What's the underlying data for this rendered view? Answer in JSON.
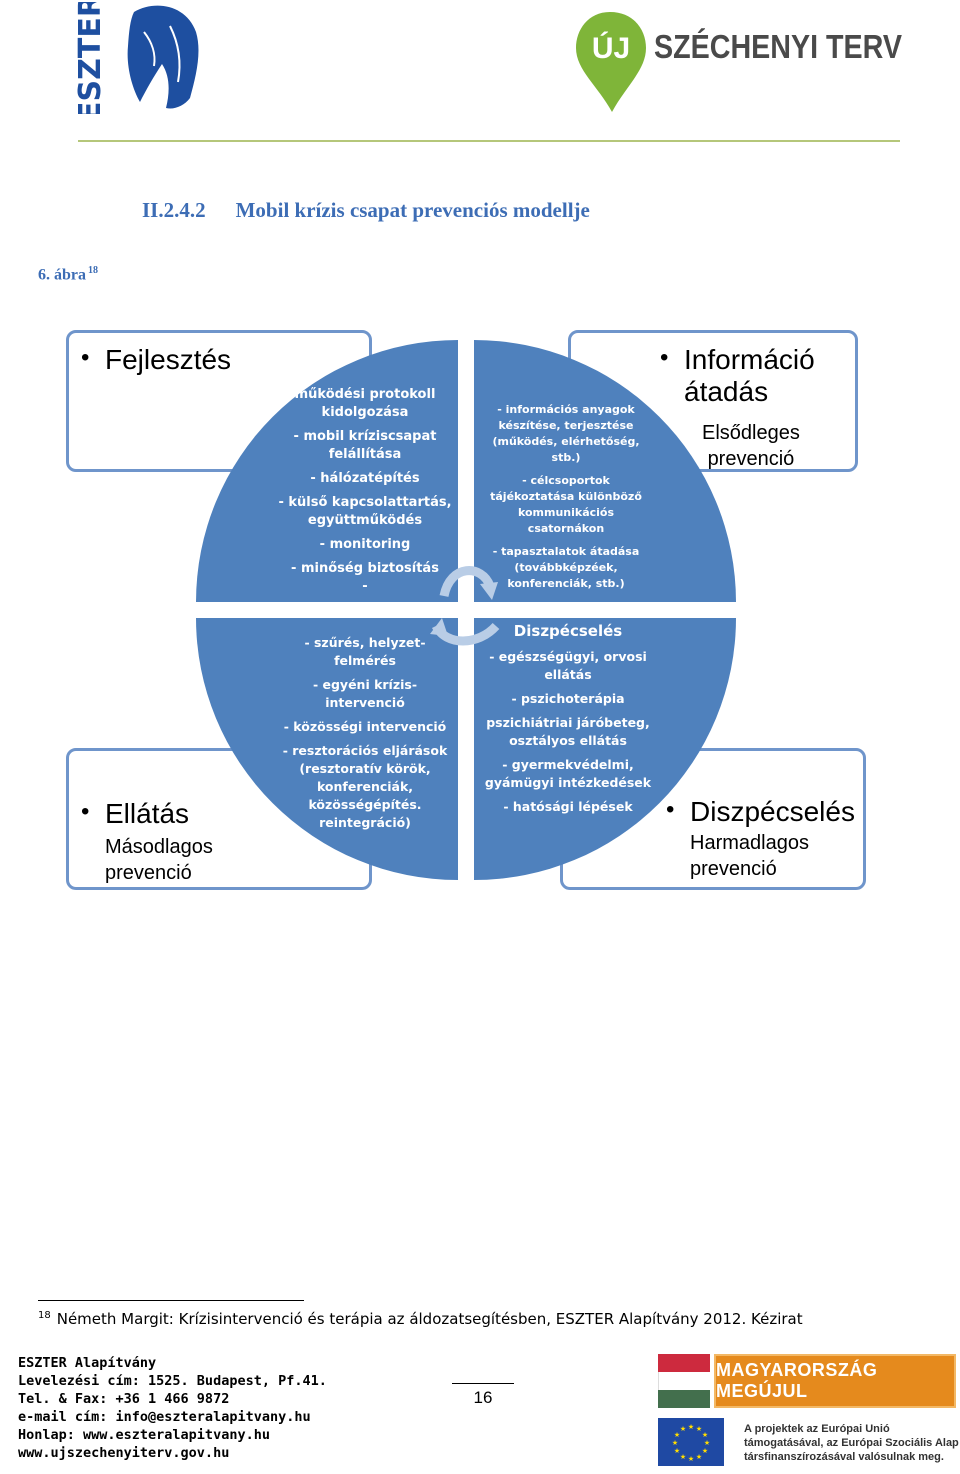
{
  "header": {
    "eszter_logo_text": "ESZTER",
    "szechenyi_logo_badge": "ÚJ",
    "szechenyi_logo_text": "SZÉCHENYI TERV",
    "colors": {
      "eszter_blue": "#1e4fa0",
      "szechenyi_green": "#7fb539",
      "szechenyi_gray": "#4a4a4a",
      "rule": "#b5c77a"
    }
  },
  "section": {
    "number": "II.2.4.2",
    "title": "Mobil krízis csapat prevenciós modellje"
  },
  "figure": {
    "label": "6. ábra",
    "footnote_ref": "18"
  },
  "diagram": {
    "quadrant_color": "#4f81bd",
    "box_border_color": "#6f95cb",
    "top_left": {
      "title": "Fejlesztés",
      "items": [
        "működési protokoll",
        "kidolgozása",
        "- mobil kríziscsapat",
        "felállítása",
        "- hálózatépítés",
        "- külső kapcsolattartás,",
        "együttműködés",
        "- monitoring",
        "- minőség biztosítás",
        "-"
      ]
    },
    "top_right": {
      "title_line1": "Információ",
      "title_line2": "átadás",
      "sub_line1": "Elsődleges",
      "sub_line2": "prevenció",
      "items": [
        "- információs anyagok",
        "készítése, terjesztése",
        "(működés, elérhetőség,",
        "stb.)",
        "- célcsoportok",
        "tájékoztatása különböző",
        "kommunikációs",
        "csatornákon",
        "- tapasztalatok átadása",
        "(továbbképzéek,",
        "konferenciák, stb.)"
      ]
    },
    "bottom_left": {
      "title": "Ellátás",
      "sub_line1": "Másodlagos",
      "sub_line2": "prevenció",
      "items": [
        "- szűrés, helyzet-",
        "felmérés",
        "- egyéni krízis-",
        "intervenció",
        "- közösségi intervenció",
        "- resztorációs eljárások",
        "(resztoratív körök,",
        "konferenciák,",
        "közösségépítés.",
        "reintegráció)"
      ]
    },
    "bottom_right": {
      "title": "Diszpécselés",
      "sub_line1": "Harmadlagos",
      "sub_line2": "prevenció",
      "heading": "Diszpécselés",
      "items": [
        "-   egészségügyi, orvosi",
        "ellátás",
        "- pszichoterápia",
        "pszichiátriai járóbeteg,",
        "osztályos ellátás",
        "- gyermekvédelmi,",
        "gyámügyi  intézkedések",
        "- hatósági lépések"
      ]
    }
  },
  "footnote": {
    "number": "18",
    "text": "Németh Margit: Krízisintervenció és terápia az áldozatsegítésben, ESZTER Alapítvány 2012. Kézirat"
  },
  "footer": {
    "org": "ESZTER Alapítvány",
    "address": "Levelezési cím: 1525. Budapest, Pf.41.",
    "phone": "Tel. & Fax: +36 1 466 9872",
    "email": "e-mail cím: info@eszteralapitvany.hu",
    "homepage": "Honlap: www.eszteralapitvany.hu",
    "website2": "www.ujszechenyiterv.gov.hu",
    "page_number": "16",
    "banner_text": "MAGYARORSZÁG MEGÚJUL",
    "eu_line1": "A projektek az Európai Unió",
    "eu_line2": "támogatásával, az Európai Szociális Alap",
    "eu_line3": "társfinanszírozásával valósulnak meg.",
    "colors": {
      "hu_red": "#cd2a3e",
      "hu_green": "#436f4d",
      "banner_orange": "#e58a1d",
      "eu_blue": "#1f49a3",
      "eu_star": "#ffdd00"
    }
  }
}
